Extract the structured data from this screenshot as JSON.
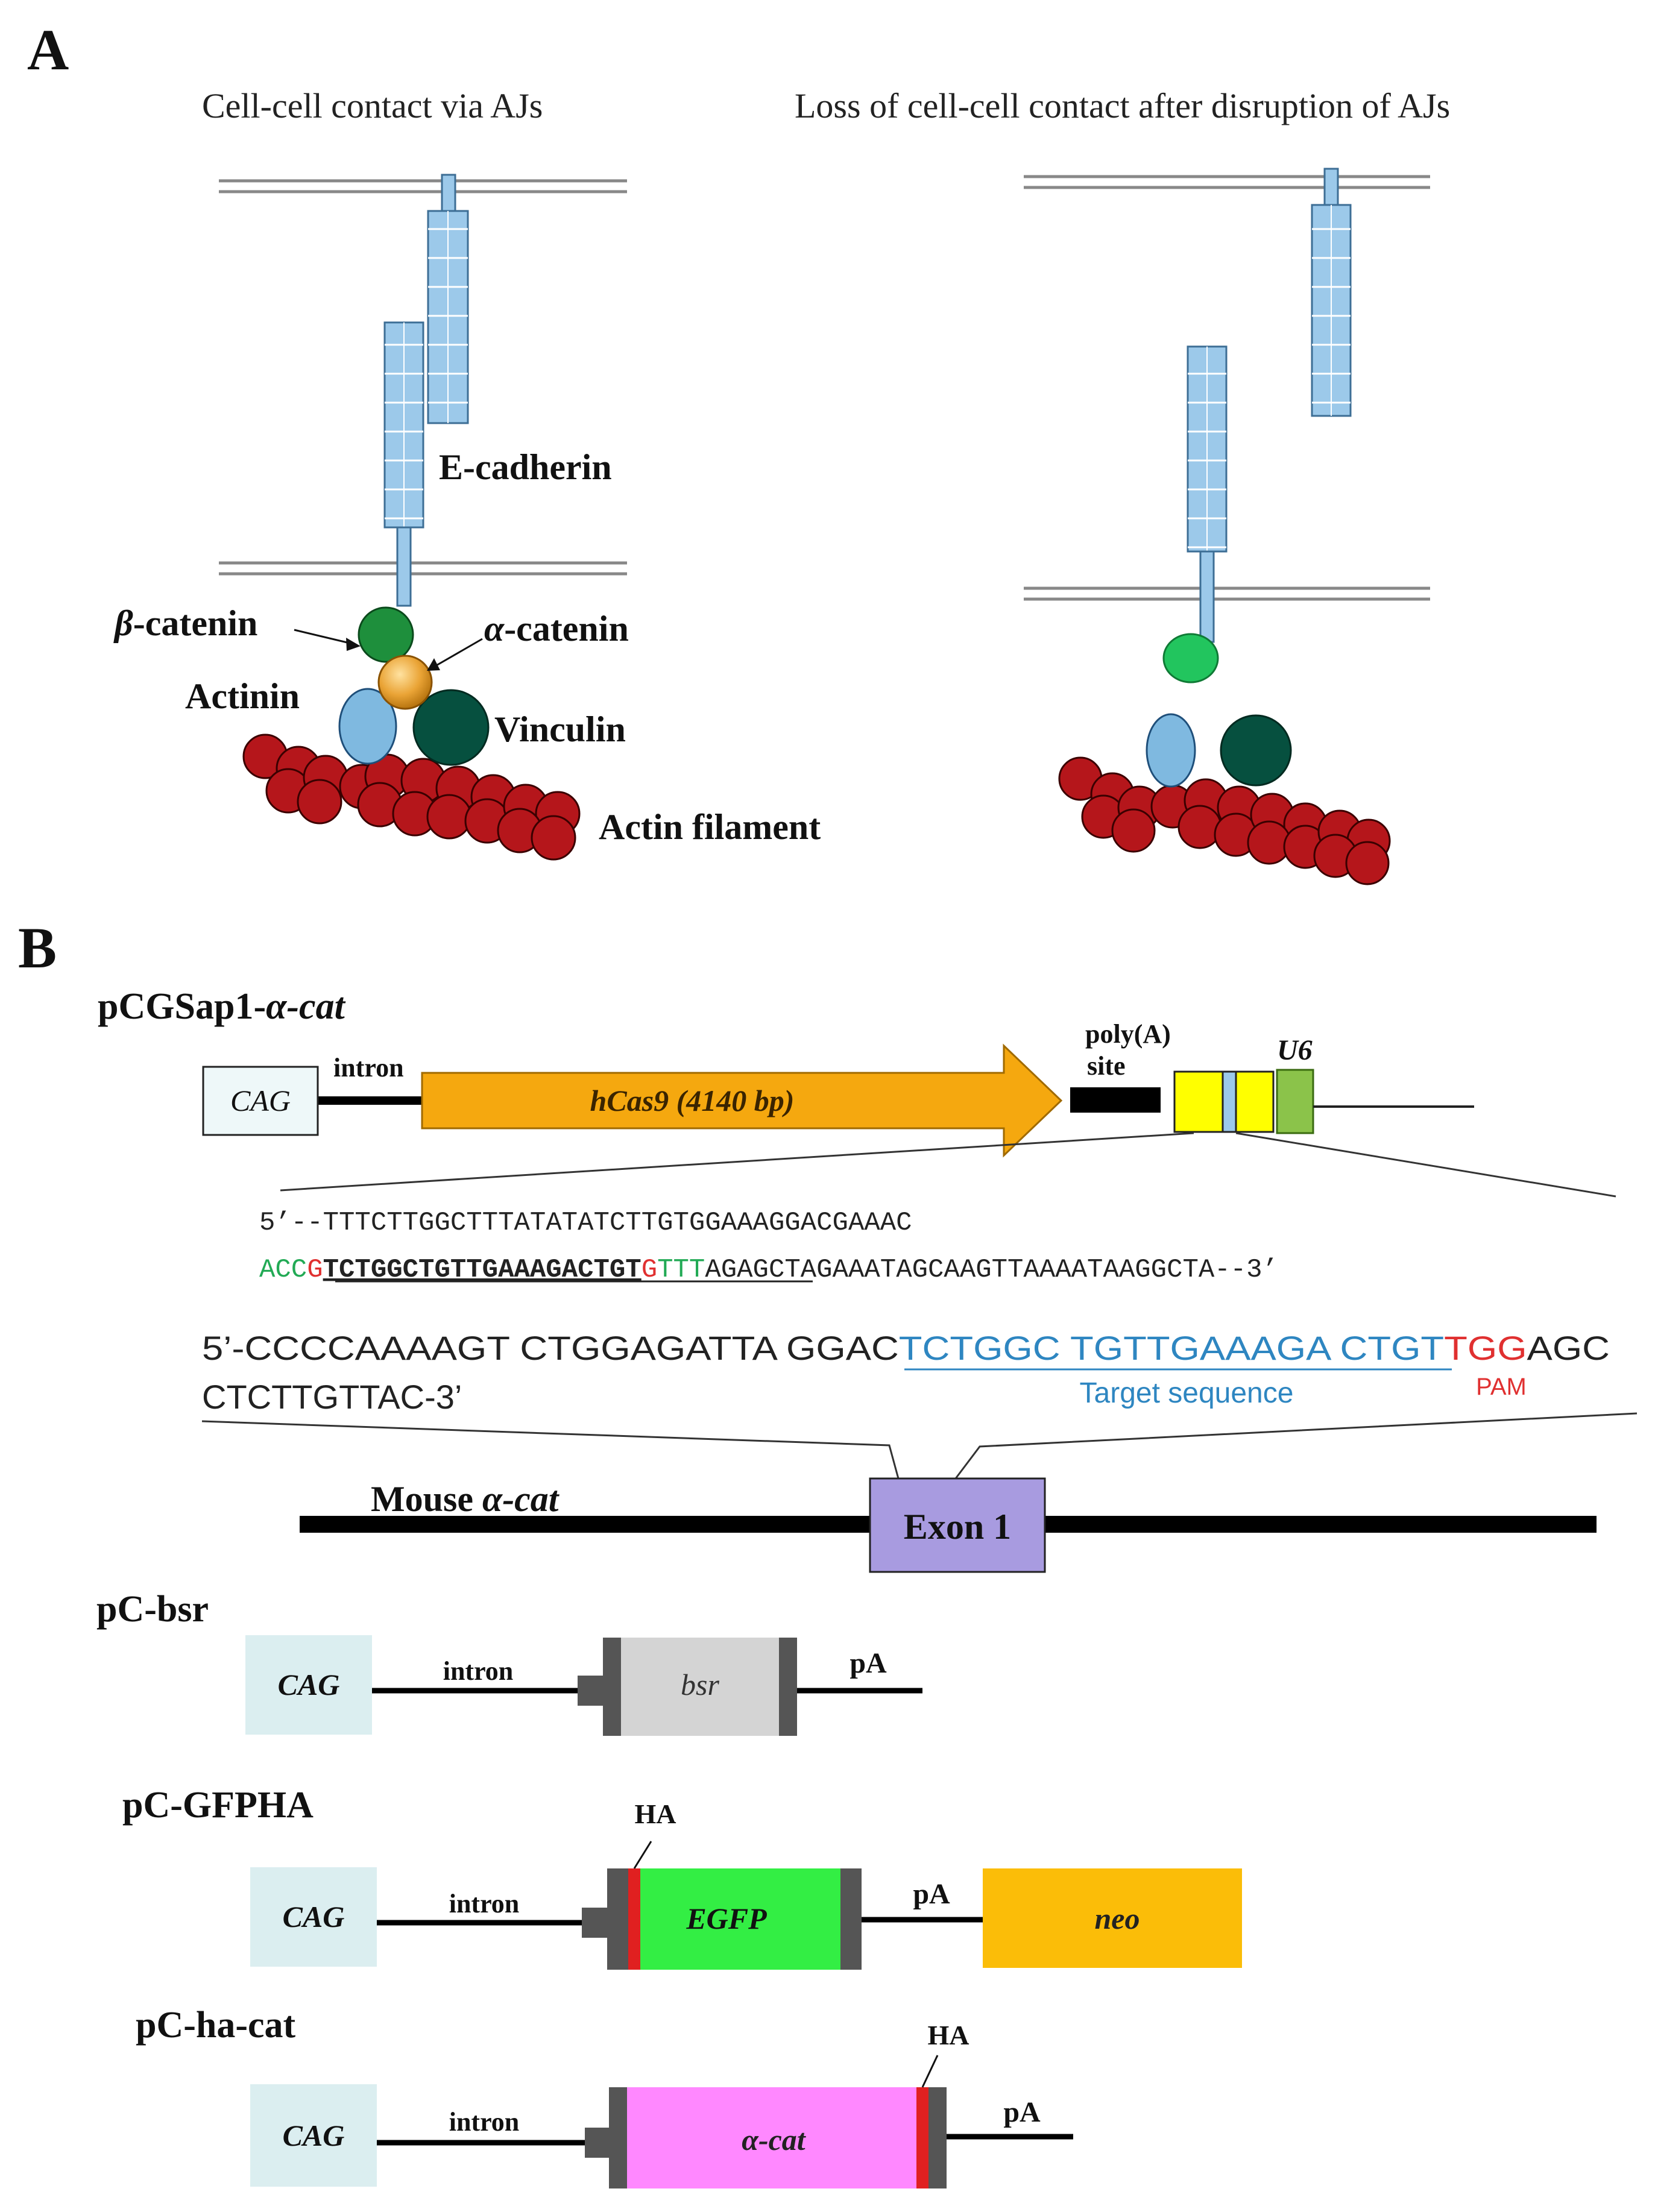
{
  "panel_a": {
    "letter": "A",
    "left_title": "Cell-cell  contact via AJs",
    "right_title": "Loss of cell-cell  contact after disruption  of AJs",
    "labels": {
      "ecadherin": "E-cadherin",
      "beta_catenin": "-catenin",
      "beta_symbol": "β",
      "alpha_catenin": "-catenin",
      "alpha_symbol": "α",
      "actinin": "Actinin",
      "vinculin": "Vinculin",
      "actin_filament": "Actin filament"
    },
    "colors": {
      "cadherin": "#9cc9ea",
      "beta_catenin": "#1e8f3c",
      "beta_catenin_detached": "#22c55e",
      "alpha_catenin": "#e9a434",
      "actinin": "#7fb9e0",
      "vinculin": "#06503f",
      "actin": "#b5161b"
    }
  },
  "panel_b": {
    "letter": "B",
    "plasmid1": {
      "name_prefix": "pCGSap1-",
      "name_alpha": "α",
      "name_suffix": "-cat",
      "cag": "CAG",
      "intron": "intron",
      "hcas9": "hCas9 (4140 bp)",
      "polya_line1": "poly(A)",
      "polya_line2": "site",
      "u6": "U6"
    },
    "guide_seq": {
      "line1": "5’--TTTCTTGGCTTTATATATCTTGTGGAAAGGACGAAAC",
      "accg_green": "ACC",
      "accg_red": "G",
      "target": "TCTGGCTGTTGAAAGACTGT",
      "gttt_red": "G",
      "gttt_green": "TTT",
      "tail": "AGAGCTAGAAATAGCAAGTTAAAATAAGGCTA--3’"
    },
    "genomic_seq": {
      "prefix": "5’-CCCCAAAAGT CTGGAGATTA GGAC",
      "target": "TCTGGC TGTTGAAAGA CTGT",
      "pam": "TGG",
      "suffix": "AGC",
      "line2": "CTCTTGTTAC-3’",
      "target_label": "Target  sequence",
      "pam_label": "PAM"
    },
    "gene": {
      "label_prefix": "Mouse ",
      "label_alpha": "α",
      "label_suffix": "-cat",
      "exon": "Exon 1"
    },
    "plasmid2": {
      "name": "pC-bsr",
      "cag": "CAG",
      "intron": "intron",
      "gene": "bsr",
      "pa": "pA"
    },
    "plasmid3": {
      "name": "pC-GFPHA",
      "cag": "CAG",
      "intron": "intron",
      "ha": "HA",
      "gene": "EGFP",
      "pa": "pA",
      "neo": "neo"
    },
    "plasmid4": {
      "name": "pC-ha-cat",
      "cag": "CAG",
      "intron": "intron",
      "gene_alpha": "α",
      "gene_suffix": "-cat",
      "ha": "HA",
      "pa": "pA"
    },
    "colors": {
      "cas9": "#f5a80f",
      "u6": "#8bc34a",
      "yellow": "#ffff00",
      "exon": "#a89be0",
      "cag_pale": "#dbeef0",
      "bsr": "#d4d4d4",
      "egfp": "#33ee44",
      "neo": "#fbbd08",
      "acat": "#ff88ff",
      "ha": "#e02020",
      "seq_green": "#22aa55",
      "seq_red": "#e03030",
      "target_blue": "#2e86c1",
      "grey_block": "#555555"
    }
  }
}
